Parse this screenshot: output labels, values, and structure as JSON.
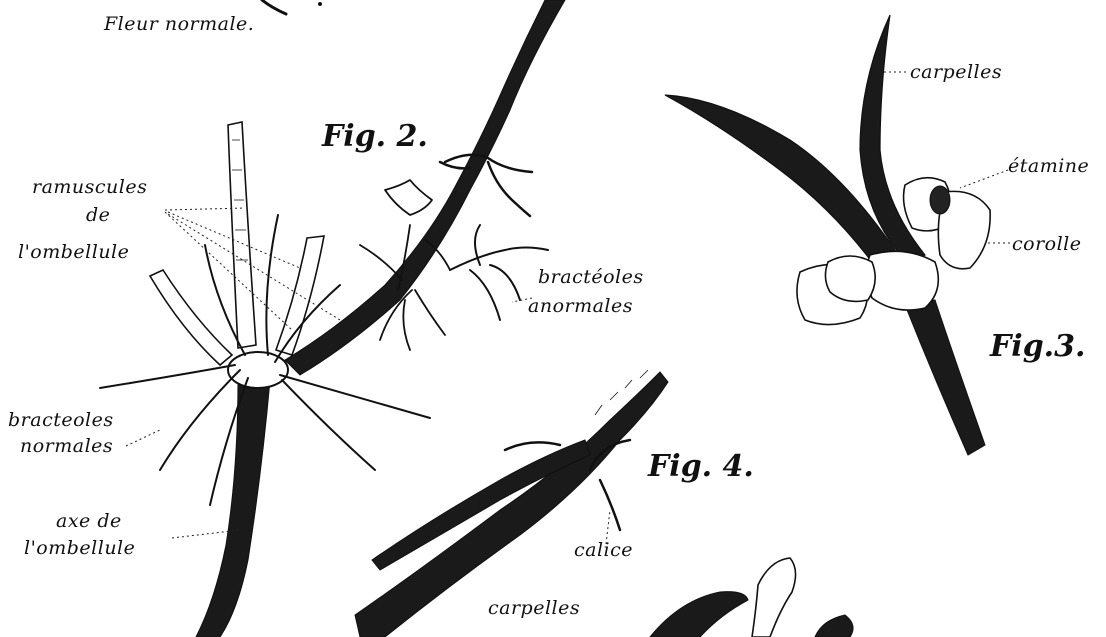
{
  "labels": {
    "fleur_normale": "Fleur normale.",
    "fig2": "Fig. 2.",
    "ramuscules_1": "ramuscules",
    "ramuscules_2": "de",
    "ramuscules_3": "l'ombellule",
    "bracteoles_anormales_1": "bractéoles",
    "bracteoles_anormales_2": "anormales",
    "bracteoles_normales_1": "bracteoles",
    "bracteoles_normales_2": "normales",
    "axe_1": "axe de",
    "axe_2": "l'ombellule",
    "carpelles_fig3": "carpelles",
    "etamine": "étamine",
    "corolle": "corolle",
    "fig3": "Fig.3.",
    "fig4": "Fig. 4.",
    "calice": "calice",
    "carpelles_fig4": "carpelles"
  }
}
